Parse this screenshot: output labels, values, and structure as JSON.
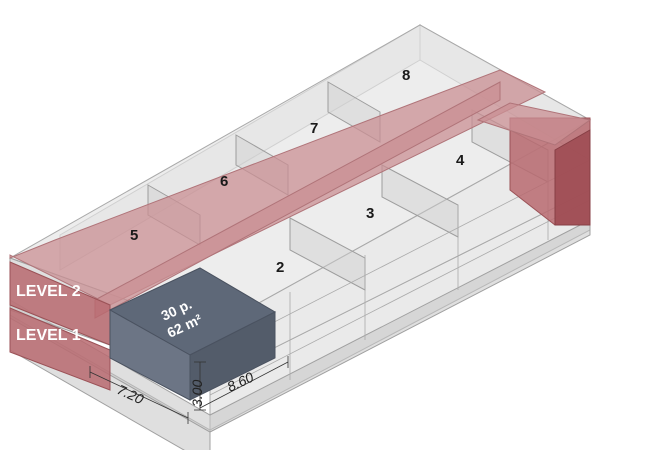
{
  "diagram": {
    "levels": [
      "LEVEL 2",
      "LEVEL 1"
    ],
    "units": [
      "2",
      "3",
      "4",
      "5",
      "6",
      "7",
      "8"
    ],
    "selected_unit": {
      "capacity": "30 p.",
      "area": "62 m²"
    },
    "dimensions": {
      "depth": "7.20",
      "width": "8.60",
      "height": "3.00"
    },
    "colors": {
      "corridor": "#b86a70",
      "selected_unit": "#5e6878",
      "glass": "#d9d9d9"
    }
  }
}
